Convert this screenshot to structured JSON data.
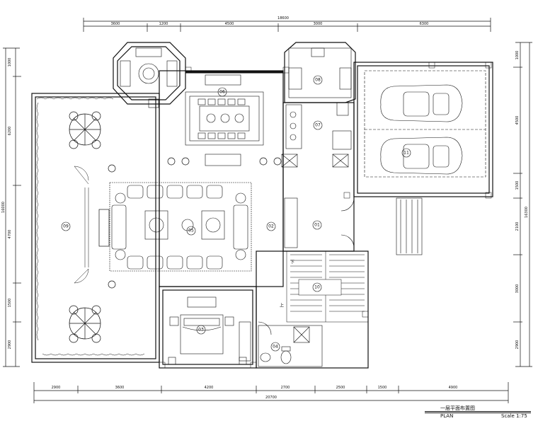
{
  "dimensions": {
    "top_total": "18600",
    "top_segments": [
      "3600",
      "1200",
      "4500",
      "3000",
      "6300"
    ],
    "bottom_total": "20700",
    "bottom_segments": [
      "2900",
      "3600",
      "4200",
      "2700",
      "2500",
      "1500",
      "4900"
    ],
    "left_segments": [
      "1000",
      "6200",
      "4700",
      "1500",
      "2900"
    ],
    "left_total": "16000",
    "right_segments": [
      "1000",
      "4500",
      "1500",
      "2100",
      "3000",
      "2900"
    ],
    "right_total": "16300"
  },
  "rooms": [
    "01",
    "02",
    "03",
    "04",
    "05",
    "06",
    "07",
    "08",
    "09",
    "10",
    "11"
  ],
  "stair_labels": {
    "down": "下",
    "up": "上"
  },
  "title_block": {
    "chinese_title": "一层平面布置图",
    "plan_label": "PLAN",
    "scale": "Scale 1:75"
  }
}
